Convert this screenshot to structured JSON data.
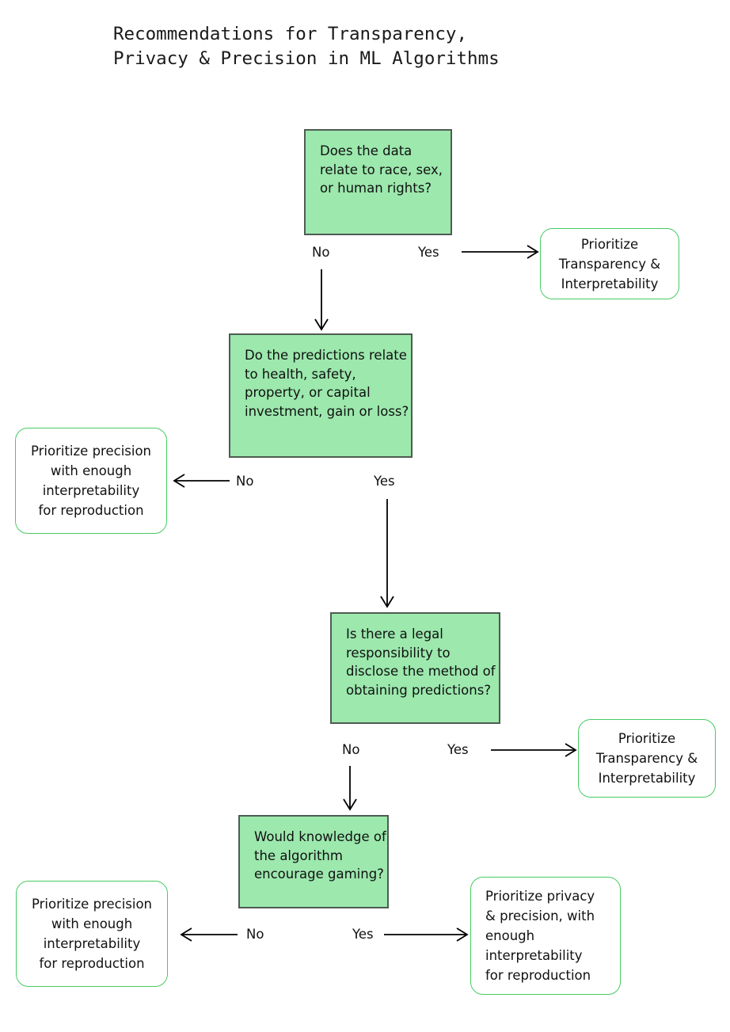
{
  "title": "Recommendations for Transparency,\nPrivacy & Precision in ML Algorithms",
  "colors": {
    "decision_fill": "#9ce8ad",
    "decision_border": "#4e5b51",
    "outcome_border": "#45cc64",
    "outcome_fill": "#ffffff",
    "text": "#111111",
    "arrow": "#000000",
    "background": "#ffffff"
  },
  "nodes": {
    "decision_1": "Does the data relate to race, sex, or human rights?",
    "decision_2": "Do the predictions relate to health, safety, property, or capital investment, gain or loss?",
    "decision_3": "Is there a legal responsibility to disclose the method of obtaining predictions?",
    "decision_4": "Would knowledge of the algorithm encourage gaming?",
    "outcome_1": "Prioritize\nTransparency &\nInterpretability",
    "outcome_2": "Prioritize precision\nwith enough\ninterpretability\nfor reproduction",
    "outcome_3": "Prioritize\nTransparency &\nInterpretability",
    "outcome_4": "Prioritize precision\nwith enough\ninterpretability\nfor reproduction",
    "outcome_5": "Prioritize privacy\n& precision, with\nenough\ninterpretability\nfor reproduction"
  },
  "edges": {
    "e1_no": "No",
    "e1_yes": "Yes",
    "e2_no": "No",
    "e2_yes": "Yes",
    "e3_no": "No",
    "e3_yes": "Yes",
    "e4_no": "No",
    "e4_yes": "Yes"
  }
}
